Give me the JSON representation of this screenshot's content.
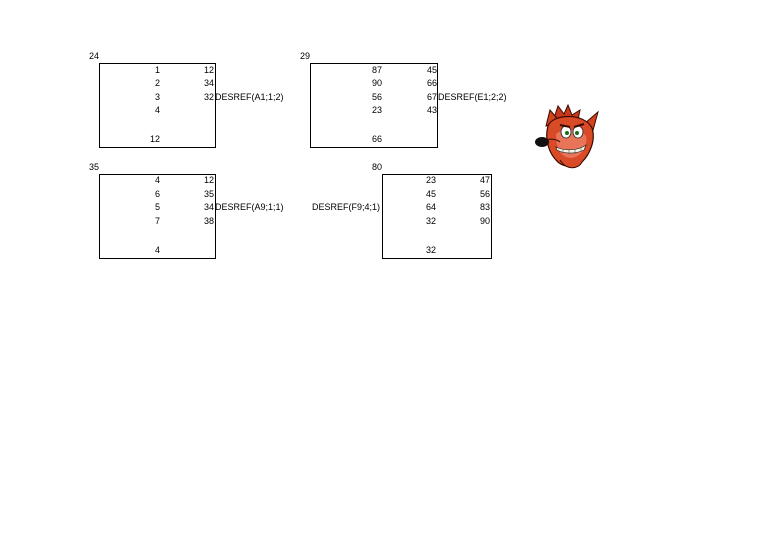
{
  "sheet": {
    "block1": {
      "header": "24",
      "col1": [
        "1",
        "2",
        "3",
        "4",
        "",
        "12"
      ],
      "col2": [
        "12",
        "34",
        "32",
        "",
        "",
        ""
      ],
      "formula": "DESREF(A1;1;2)"
    },
    "block2": {
      "header": "29",
      "col1": [
        "87",
        "90",
        "56",
        "23",
        "",
        "66"
      ],
      "col2": [
        "45",
        "66",
        "67",
        "43",
        "",
        ""
      ],
      "formula": "DESREF(E1;2;2)"
    },
    "block3": {
      "header": "35",
      "col1": [
        "4",
        "6",
        "5",
        "7",
        "",
        "4"
      ],
      "col2": [
        "12",
        "35",
        "34",
        "38",
        "",
        ""
      ],
      "formula": "DESREF(A9;1;1)"
    },
    "block4": {
      "header": "80",
      "col1": [
        "23",
        "45",
        "64",
        "32",
        "",
        "32"
      ],
      "col2": [
        "47",
        "56",
        "83",
        "90",
        "",
        ""
      ],
      "formula": "DESREF(F9;4;1)"
    }
  },
  "image": {
    "icon": "crash-bandicoot-head-icon"
  }
}
